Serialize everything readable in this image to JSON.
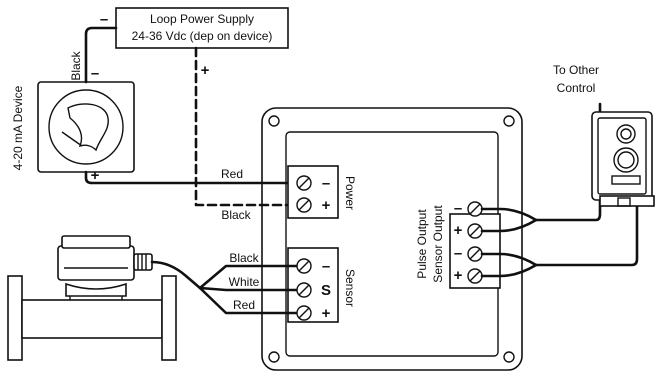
{
  "loop_power_supply": {
    "title": "Loop Power Supply",
    "spec": "24-36 Vdc (dep on device)",
    "minus": "–",
    "plus": "+"
  },
  "loop_device": {
    "label": "4-20 mA Device",
    "minus": "–",
    "plus": "+"
  },
  "wires": {
    "black_top": "Black",
    "red_power": "Red",
    "black_power": "Black",
    "sensor_black": "Black",
    "sensor_white": "White",
    "sensor_red": "Red"
  },
  "power_block": {
    "label": "Power",
    "terminals": [
      "–",
      "+"
    ]
  },
  "sensor_block": {
    "label": "Sensor",
    "terminals": [
      "–",
      "S",
      "+"
    ]
  },
  "output_block": {
    "label_pulse": "Pulse Output",
    "label_sensor": "Sensor Output",
    "terminals": [
      "–",
      "+",
      "–",
      "+"
    ]
  },
  "other_control": {
    "line1": "To Other",
    "line2": "Control"
  }
}
